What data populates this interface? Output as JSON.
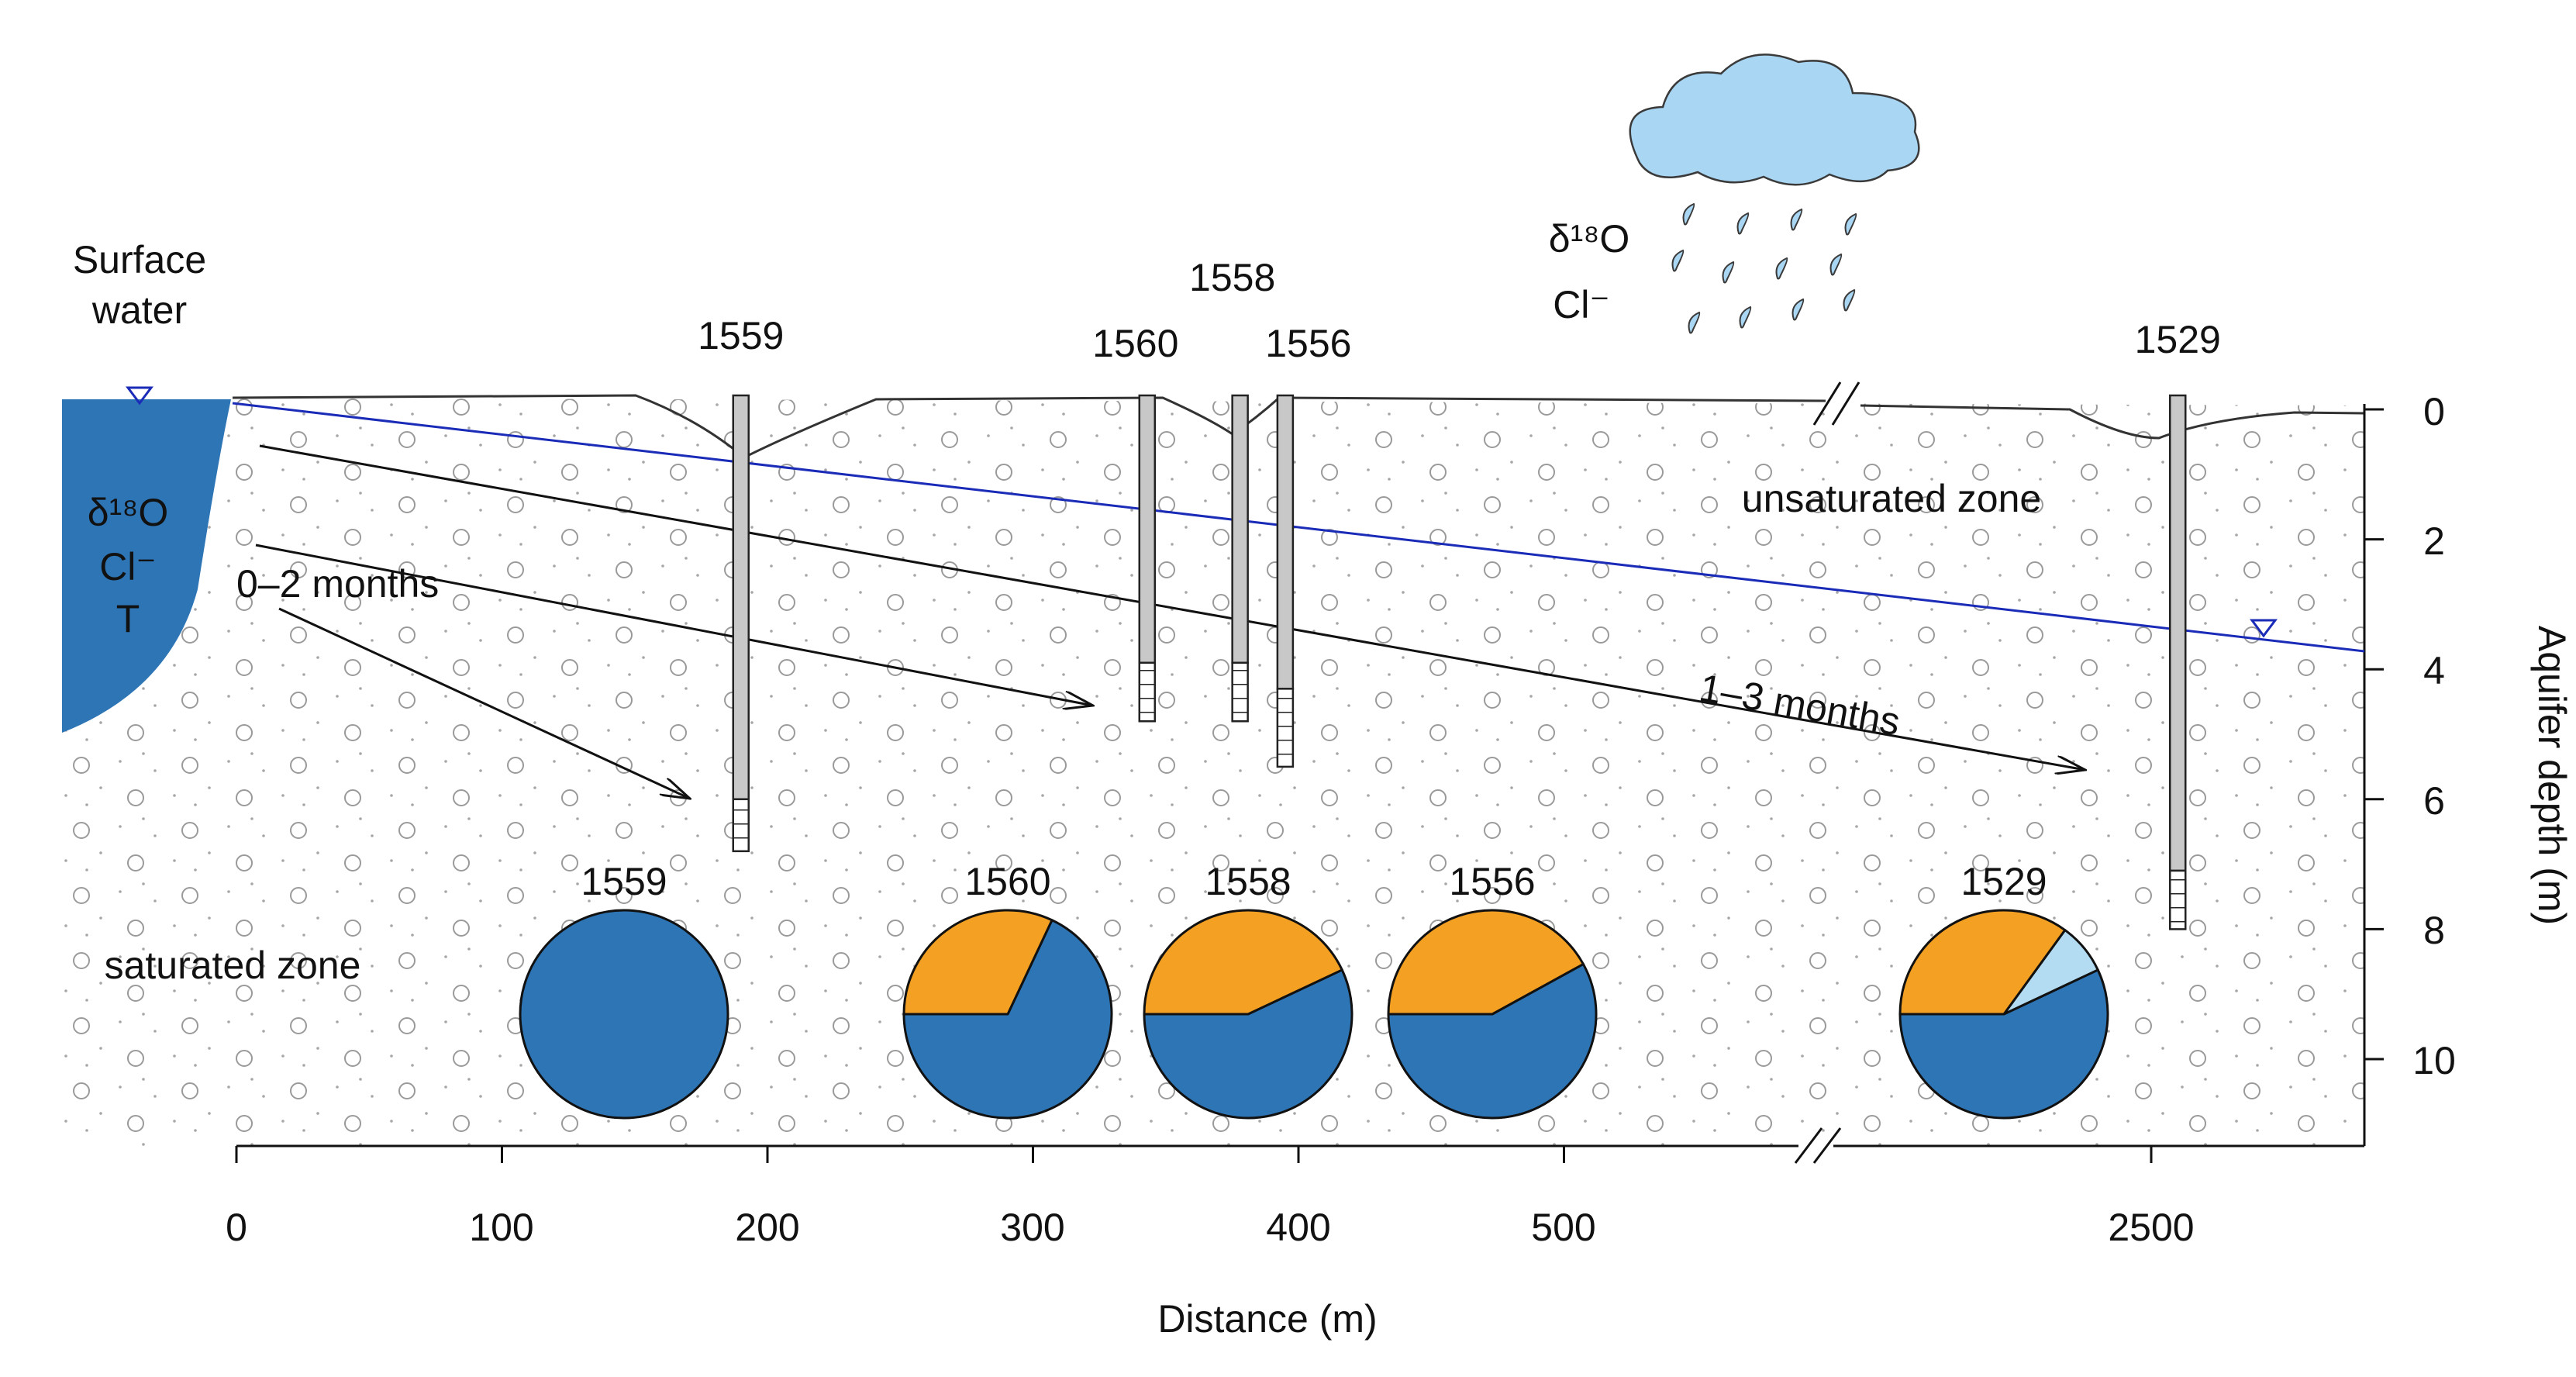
{
  "labels": {
    "surface_water_1": "Surface",
    "surface_water_2": "water",
    "unsaturated": "unsaturated zone",
    "saturated": "saturated zone",
    "x_axis": "Distance (m)",
    "y_axis": "Aquifer depth (m)",
    "flow_short": "0–2 months",
    "flow_long": "1–3 months"
  },
  "tracers": {
    "surface": [
      "δ¹⁸O",
      "Cl⁻",
      "T"
    ],
    "rain": [
      "δ¹⁸O",
      "Cl⁻"
    ]
  },
  "x_ticks": [
    "0",
    "100",
    "200",
    "300",
    "400",
    "500",
    "2500"
  ],
  "y_ticks": [
    "0",
    "2",
    "4",
    "6",
    "8",
    "10"
  ],
  "wells": [
    {
      "id": "1559",
      "distance_m": 190,
      "screen_top_m": 6.0,
      "screen_bottom_m": 6.8
    },
    {
      "id": "1560",
      "distance_m": 343,
      "screen_top_m": 3.9,
      "screen_bottom_m": 4.8
    },
    {
      "id": "1558",
      "distance_m": 378,
      "screen_top_m": 3.9,
      "screen_bottom_m": 4.8
    },
    {
      "id": "1556",
      "distance_m": 395,
      "screen_top_m": 4.3,
      "screen_bottom_m": 5.5
    },
    {
      "id": "1529",
      "distance_m": 2510,
      "screen_top_m": 7.1,
      "screen_bottom_m": 8.0
    }
  ],
  "pies": [
    {
      "id": "1559",
      "fractions": {
        "surface": 1.0,
        "groundwater": 0.0,
        "rain": 0.0
      }
    },
    {
      "id": "1560",
      "fractions": {
        "surface": 0.68,
        "groundwater": 0.32,
        "rain": 0.0
      }
    },
    {
      "id": "1558",
      "fractions": {
        "surface": 0.57,
        "groundwater": 0.43,
        "rain": 0.0
      }
    },
    {
      "id": "1556",
      "fractions": {
        "surface": 0.58,
        "groundwater": 0.42,
        "rain": 0.0
      }
    },
    {
      "id": "1529",
      "fractions": {
        "surface": 0.57,
        "groundwater": 0.35,
        "rain": 0.08
      }
    }
  ],
  "colors": {
    "surface": "#2e75b6",
    "groundwater": "#f4a023",
    "rain": "#b3dcf2",
    "water_table": "#1a2bb8",
    "well": "#c8c8c8",
    "cloud": "#a9d6f2"
  }
}
